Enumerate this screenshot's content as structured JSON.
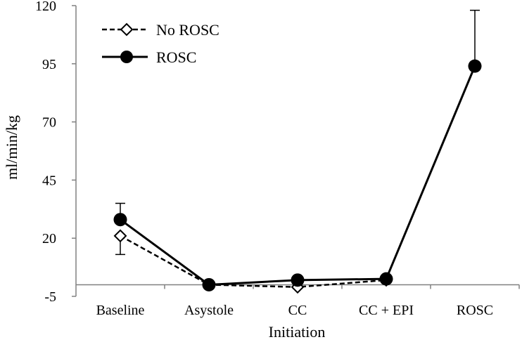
{
  "chart_data": {
    "type": "line",
    "title": "",
    "xlabel": "Initiation",
    "ylabel": "ml/min/kg",
    "categories": [
      "Baseline",
      "Asystole",
      "CC",
      "CC + EPI",
      "ROSC"
    ],
    "ylim": [
      -5,
      120
    ],
    "yticks": [
      "-5",
      "20",
      "45",
      "70",
      "95",
      "120"
    ],
    "grid": false,
    "legend_position": "top-left",
    "series": [
      {
        "name": "No ROSC",
        "style": "dashed",
        "marker": "open-diamond",
        "values": [
          21,
          0,
          -1,
          2,
          null
        ],
        "error_low": [
          13,
          null,
          null,
          null,
          null
        ],
        "error_high": [
          null,
          null,
          null,
          null,
          null
        ]
      },
      {
        "name": "ROSC",
        "style": "solid",
        "marker": "filled-circle",
        "values": [
          28,
          0,
          2,
          2.5,
          94
        ],
        "error_low": [
          null,
          null,
          null,
          null,
          null
        ],
        "error_high": [
          35,
          null,
          null,
          null,
          118
        ]
      }
    ],
    "colors": {
      "line": "#000000",
      "axis": "#808080",
      "background": "#ffffff"
    }
  }
}
